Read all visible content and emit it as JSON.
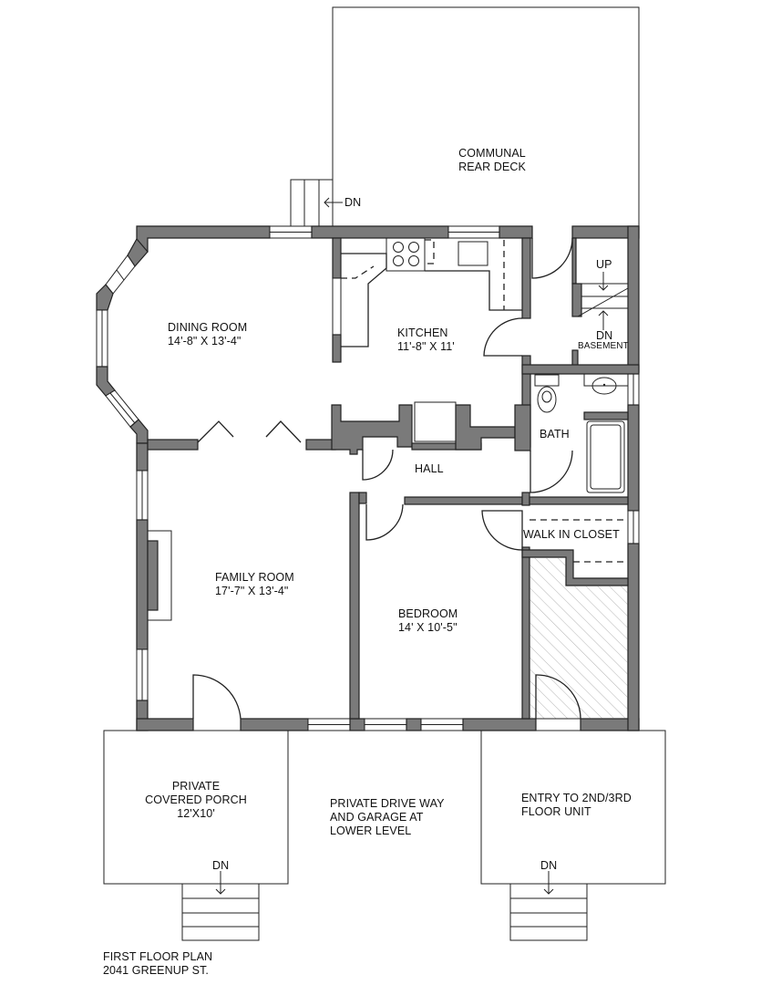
{
  "plan": {
    "title": "FIRST FLOOR PLAN",
    "address": "2041 GREENUP ST.",
    "colors": {
      "wall_fill": "#7a7a7a",
      "line": "#222222",
      "background": "#ffffff",
      "hatch": "#bbbbbb"
    }
  },
  "rooms": {
    "deck": {
      "name": "COMMUNAL",
      "name2": "REAR DECK"
    },
    "deck_stair": {
      "label": "DN"
    },
    "dining": {
      "name": "DINING ROOM",
      "dims": "14'-8\" X 13'-4\""
    },
    "kitchen": {
      "name": "KITCHEN",
      "dims": "11'-8\" X 11'"
    },
    "stair": {
      "up": "UP",
      "dn": "DN",
      "sub": "BASEMENT"
    },
    "bath": {
      "name": "BATH"
    },
    "hall": {
      "name": "HALL"
    },
    "family": {
      "name": "FAMILY ROOM",
      "dims": "17'-7\" X 13'-4\""
    },
    "bedroom": {
      "name": "BEDROOM",
      "dims": "14' X 10'-5\""
    },
    "closet": {
      "name": "WALK IN CLOSET"
    },
    "porch": {
      "line1": "PRIVATE",
      "line2": "COVERED PORCH",
      "dims": "12'X10'",
      "stair": "DN"
    },
    "drive": {
      "line1": "PRIVATE DRIVE WAY",
      "line2": "AND GARAGE AT",
      "line3": "LOWER LEVEL"
    },
    "entry": {
      "line1": "ENTRY TO 2ND/3RD",
      "line2": "FLOOR UNIT",
      "stair": "DN"
    }
  }
}
